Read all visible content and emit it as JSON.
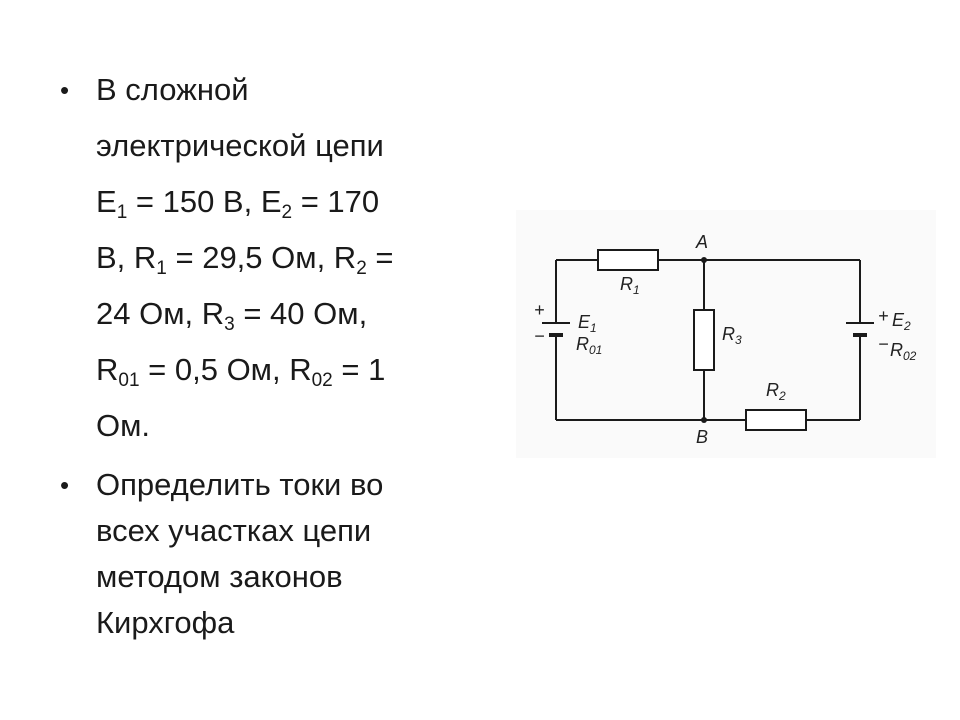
{
  "bullets": [
    {
      "symbol": "•",
      "lines": [
        [
          {
            "text": "В сложной"
          }
        ],
        [
          {
            "text": "электрической цепи"
          }
        ],
        [
          {
            "text": "E"
          },
          {
            "sub": "1"
          },
          {
            "text": " = 150 В, E"
          },
          {
            "sub": "2"
          },
          {
            "text": " = 170"
          }
        ],
        [
          {
            "text": "В, R"
          },
          {
            "sub": "1"
          },
          {
            "text": " = 29,5 Ом, R"
          },
          {
            "sub": "2"
          },
          {
            "text": " ="
          }
        ],
        [
          {
            "text": "24 Ом, R"
          },
          {
            "sub": "3"
          },
          {
            "text": " = 40 Ом,"
          }
        ],
        [
          {
            "text": "R"
          },
          {
            "sub": "01"
          },
          {
            "text": " = 0,5 Ом, R"
          },
          {
            "sub": "02"
          },
          {
            "text": " = 1"
          }
        ],
        [
          {
            "text": "Ом."
          }
        ]
      ]
    },
    {
      "symbol": "•",
      "lines": [
        [
          {
            "text": "Определить токи во"
          }
        ],
        [
          {
            "text": "всех участках цепи"
          }
        ],
        [
          {
            "text": "методом законов"
          }
        ],
        [
          {
            "text": "Кирхгофа"
          }
        ]
      ]
    }
  ],
  "circuit": {
    "node_a": "A",
    "node_b": "B",
    "r1": {
      "main": "R",
      "sub": "1"
    },
    "r2": {
      "main": "R",
      "sub": "2"
    },
    "r3": {
      "main": "R",
      "sub": "3"
    },
    "e1": {
      "main": "E",
      "sub": "1"
    },
    "e2": {
      "main": "E",
      "sub": "2"
    },
    "r01": {
      "main": "R",
      "sub": "01"
    },
    "r02": {
      "main": "R",
      "sub": "02"
    },
    "plus": "+",
    "minus": "−"
  }
}
